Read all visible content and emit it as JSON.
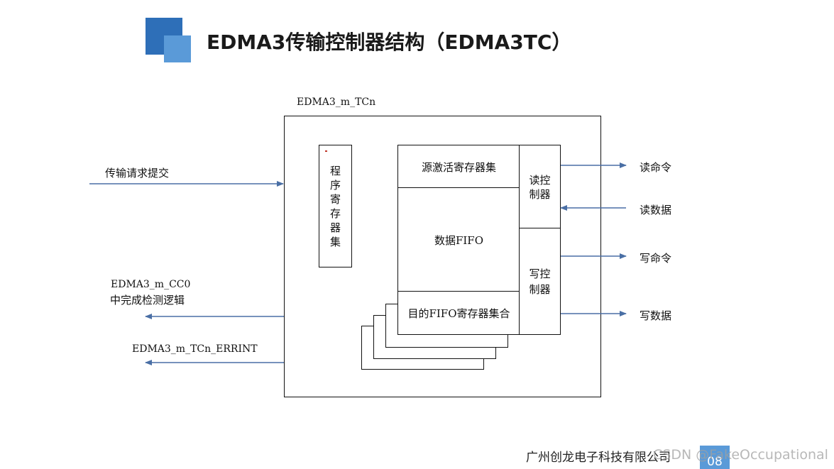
{
  "title": "EDMA3传输控制器结构（EDMA3TC）",
  "diagram": {
    "outer_label": "EDMA3_m_TCn",
    "program_regs": [
      "程",
      "序",
      "寄",
      "存",
      "器",
      "集"
    ],
    "src_regs": "源激活寄存器集",
    "data_fifo": "数据FIFO",
    "dst_regs": "目的FIFO寄存器集合",
    "read_ctrl": [
      "读控",
      "制器"
    ],
    "write_ctrl": [
      "写控",
      "制器"
    ],
    "left_input": "传输请求提交",
    "left_out1_line1": "EDMA3_m_CC0",
    "left_out1_line2": "中完成检测逻辑",
    "left_out2": "EDMA3_m_TCn_ERRINT",
    "right_read_cmd": "读命令",
    "right_read_data": "读数据",
    "right_write_cmd": "写命令",
    "right_write_data": "写数据"
  },
  "footer": {
    "company": "广州创龙电子科技有限公司",
    "page": "08",
    "watermark": "CSDN @FakeOccupational"
  },
  "colors": {
    "arrow": "#4a6fa5",
    "logo_dark": "#2e6fb8",
    "logo_light": "#5a9ad8"
  }
}
